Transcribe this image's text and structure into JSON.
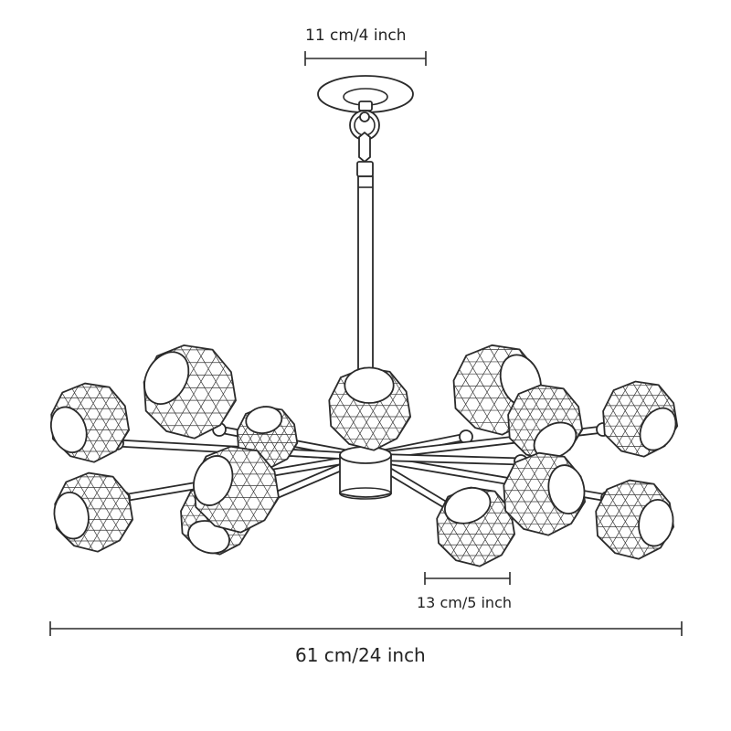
{
  "dimensions": {
    "canopy_width": "11 cm/4 inch",
    "shade_width": "13 cm/5 inch",
    "overall_width": "61 cm/24 inch"
  },
  "colors": {
    "line": "#2a2a2a",
    "background": "#ffffff"
  }
}
